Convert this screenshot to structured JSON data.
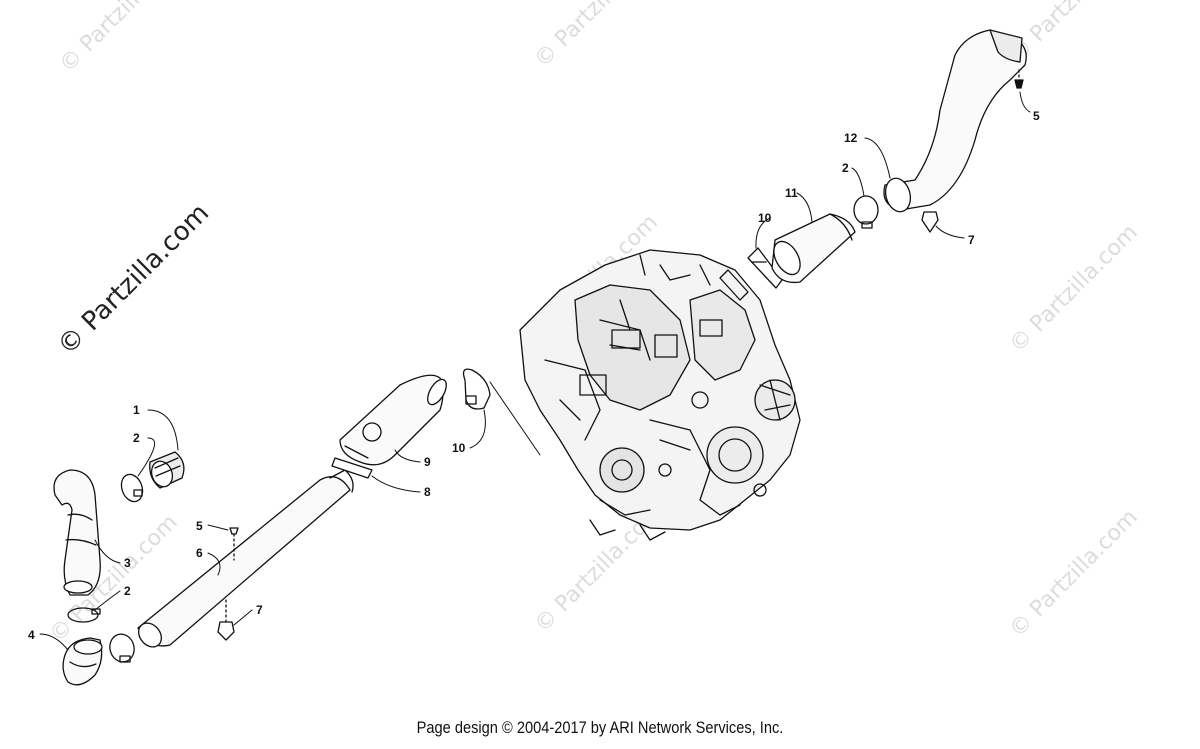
{
  "watermark": {
    "text": "© Partzilla.com",
    "main_text": "© Partzilla.com"
  },
  "callouts": [
    {
      "id": "c1a",
      "label": "1"
    },
    {
      "id": "c2a",
      "label": "2"
    },
    {
      "id": "c3a",
      "label": "3"
    },
    {
      "id": "c2b",
      "label": "2"
    },
    {
      "id": "c4a",
      "label": "4"
    },
    {
      "id": "c5a",
      "label": "5"
    },
    {
      "id": "c6a",
      "label": "6"
    },
    {
      "id": "c7a",
      "label": "7"
    },
    {
      "id": "c8a",
      "label": "8"
    },
    {
      "id": "c9a",
      "label": "9"
    },
    {
      "id": "c10a",
      "label": "10"
    },
    {
      "id": "c10b",
      "label": "10"
    },
    {
      "id": "c11a",
      "label": "11"
    },
    {
      "id": "c12a",
      "label": "12"
    },
    {
      "id": "c2c",
      "label": "2"
    },
    {
      "id": "c5b",
      "label": "5"
    },
    {
      "id": "c7b",
      "label": "7"
    }
  ],
  "footer": {
    "text": "Page design © 2004-2017 by ARI Network Services, Inc."
  }
}
